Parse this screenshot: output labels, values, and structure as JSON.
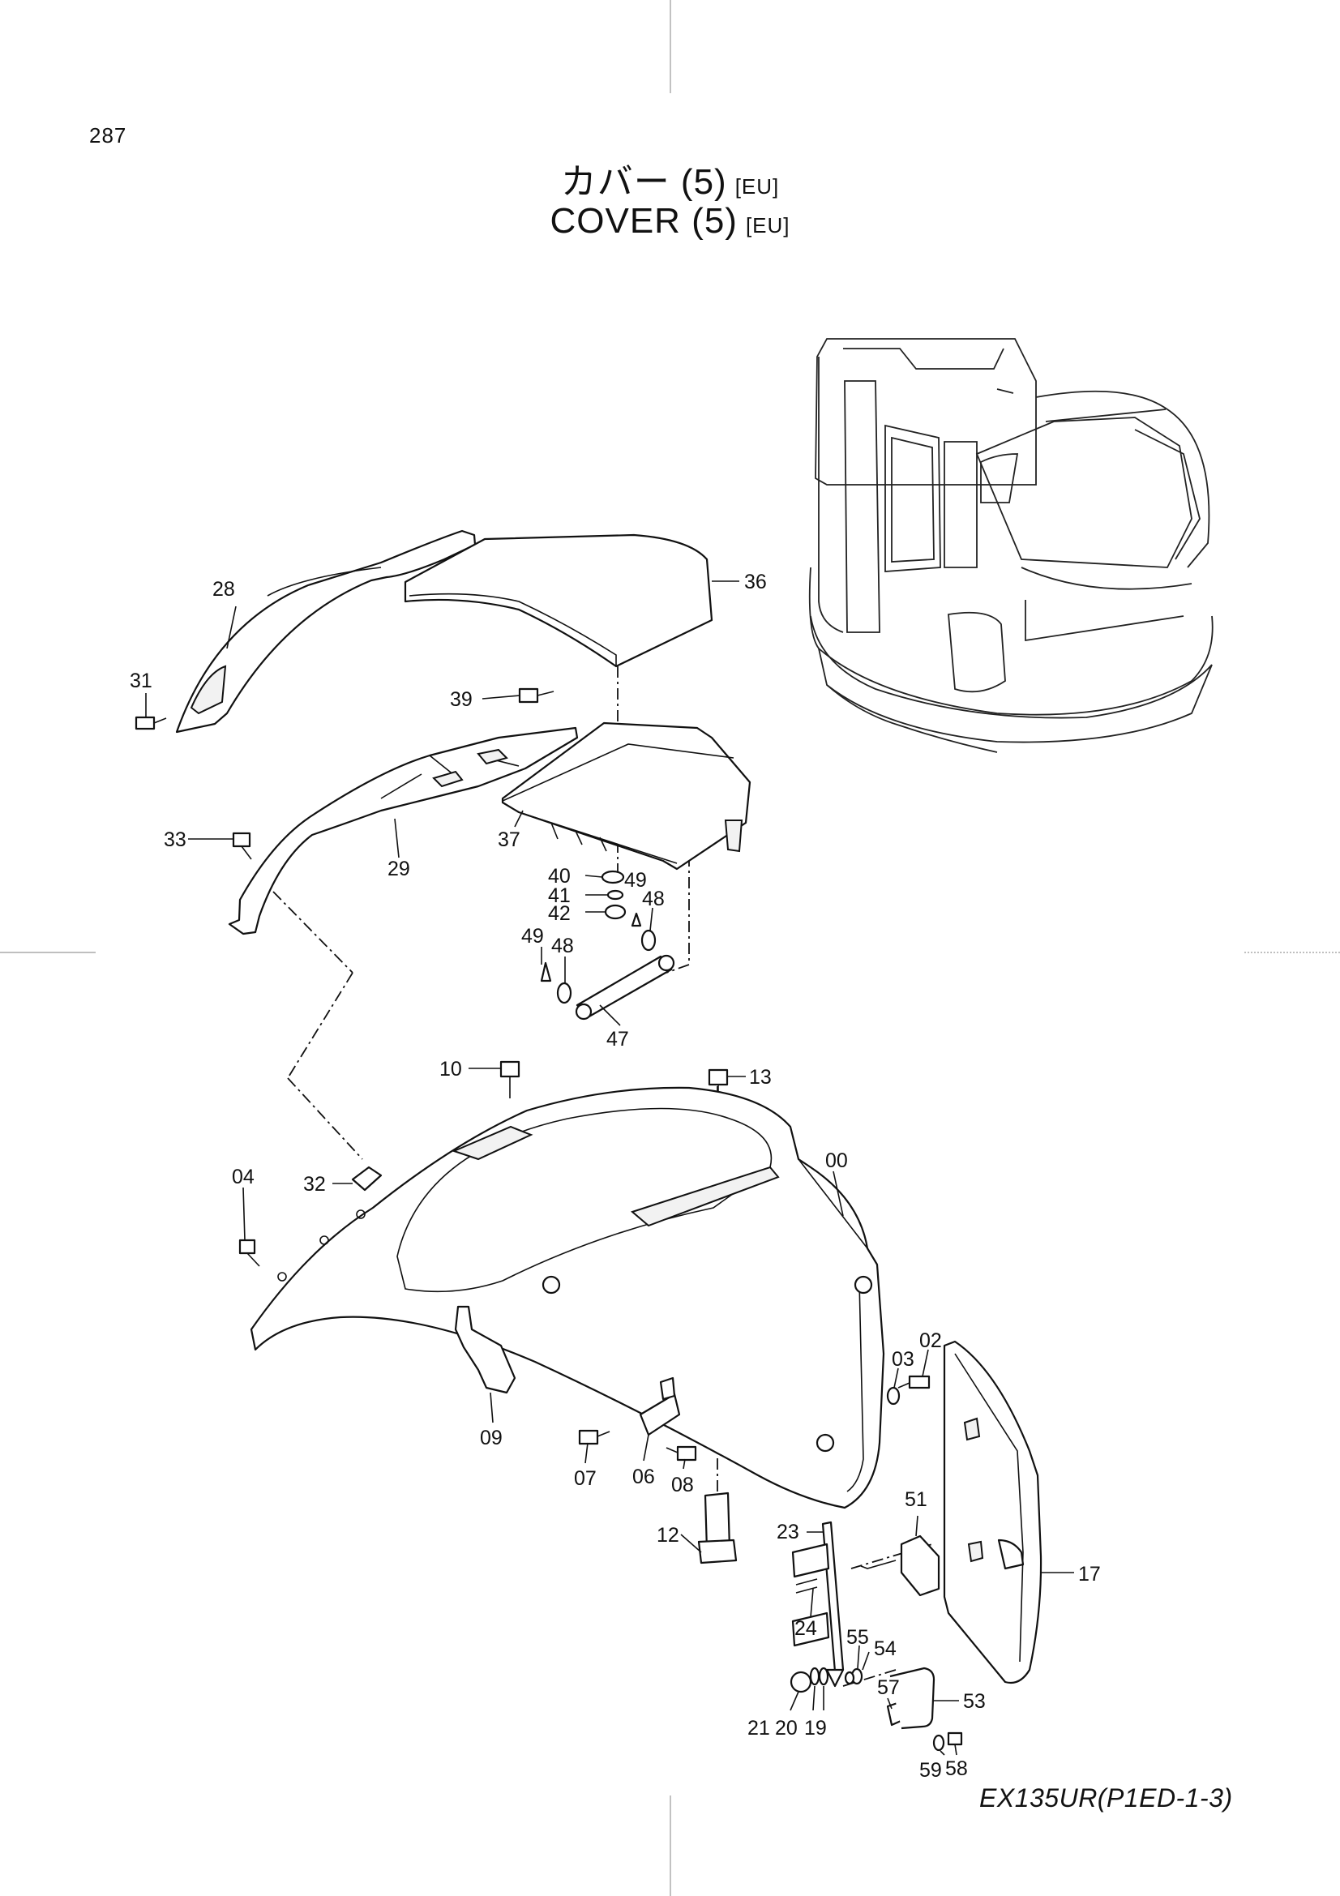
{
  "page_number": "287",
  "title": {
    "jp": "カバー (5)",
    "jp_tag": "[EU]",
    "en": "COVER (5)",
    "en_tag": "[EU]"
  },
  "model_code": "EX135UR(P1ED-1-3)",
  "callouts": {
    "c00": "00",
    "c02": "02",
    "c03": "03",
    "c04": "04",
    "c06": "06",
    "c07": "07",
    "c08": "08",
    "c09": "09",
    "c10": "10",
    "c12": "12",
    "c13": "13",
    "c17": "17",
    "c19": "19",
    "c20": "20",
    "c21": "21",
    "c23": "23",
    "c24": "24",
    "c28": "28",
    "c29": "29",
    "c31": "31",
    "c32": "32",
    "c33": "33",
    "c36": "36",
    "c37": "37",
    "c39": "39",
    "c40": "40",
    "c41": "41",
    "c42": "42",
    "c47": "47",
    "c48a": "48",
    "c48b": "48",
    "c49a": "49",
    "c49b": "49",
    "c51": "51",
    "c53": "53",
    "c54": "54",
    "c55": "55",
    "c57": "57",
    "c58": "58",
    "c59": "59"
  }
}
